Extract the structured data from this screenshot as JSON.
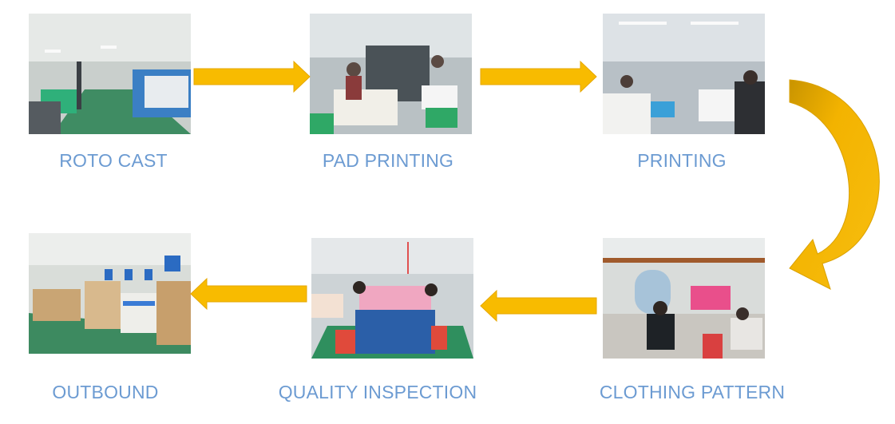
{
  "steps": [
    {
      "id": "roto-cast",
      "label": "ROTO CAST"
    },
    {
      "id": "pad-printing",
      "label": "PAD PRINTING"
    },
    {
      "id": "printing",
      "label": "PRINTING"
    },
    {
      "id": "clothing-pattern",
      "label": "CLOTHING PATTERN"
    },
    {
      "id": "quality-inspection",
      "label": "QUALITY INSPECTION"
    },
    {
      "id": "outbound",
      "label": "OUTBOUND"
    }
  ],
  "colors": {
    "label": "#6c9bd2",
    "arrow": "#f8bb00",
    "arrow_curve": "#f3b300",
    "arrow_curve_dark": "#c99400"
  }
}
